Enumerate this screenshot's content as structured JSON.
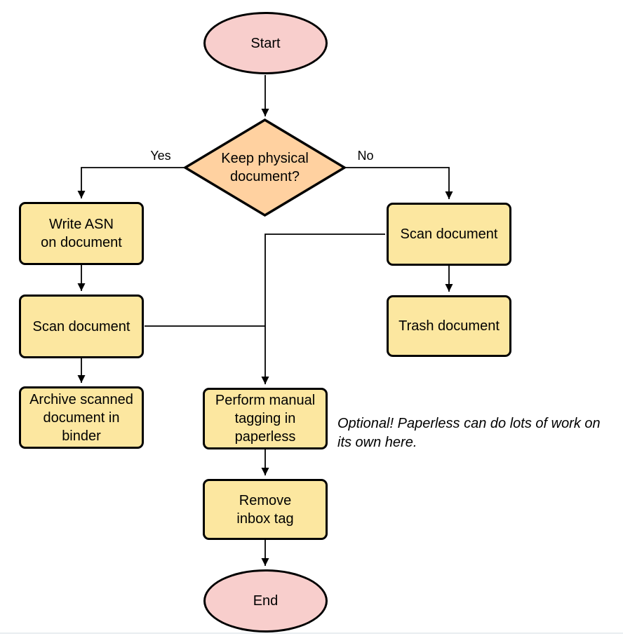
{
  "diagram": {
    "title_hint": "Document intake flowchart",
    "nodes": {
      "start": {
        "label": "Start",
        "shape": "terminal"
      },
      "decision": {
        "label": "Keep physical\ndocument?",
        "shape": "decision"
      },
      "write_asn": {
        "label": "Write ASN\non document",
        "shape": "process"
      },
      "scan_left": {
        "label": "Scan document",
        "shape": "process"
      },
      "archive": {
        "label": "Archive scanned\ndocument in\nbinder",
        "shape": "process"
      },
      "scan_right": {
        "label": "Scan document",
        "shape": "process"
      },
      "trash": {
        "label": "Trash document",
        "shape": "process"
      },
      "tagging": {
        "label": "Perform manual\ntagging in\npaperless",
        "shape": "process"
      },
      "remove_inbox": {
        "label": "Remove\ninbox tag",
        "shape": "process"
      },
      "end": {
        "label": "End",
        "shape": "terminal"
      }
    },
    "edge_labels": {
      "yes": "Yes",
      "no": "No"
    },
    "note": {
      "line1": "Optional! Paperless can do lots of work on",
      "line2": "its own here."
    },
    "colors": {
      "terminal_fill": "#f8cecc",
      "decision_fill": "#ffd1a0",
      "process_fill": "#fce7a0",
      "stroke": "#000000"
    }
  }
}
